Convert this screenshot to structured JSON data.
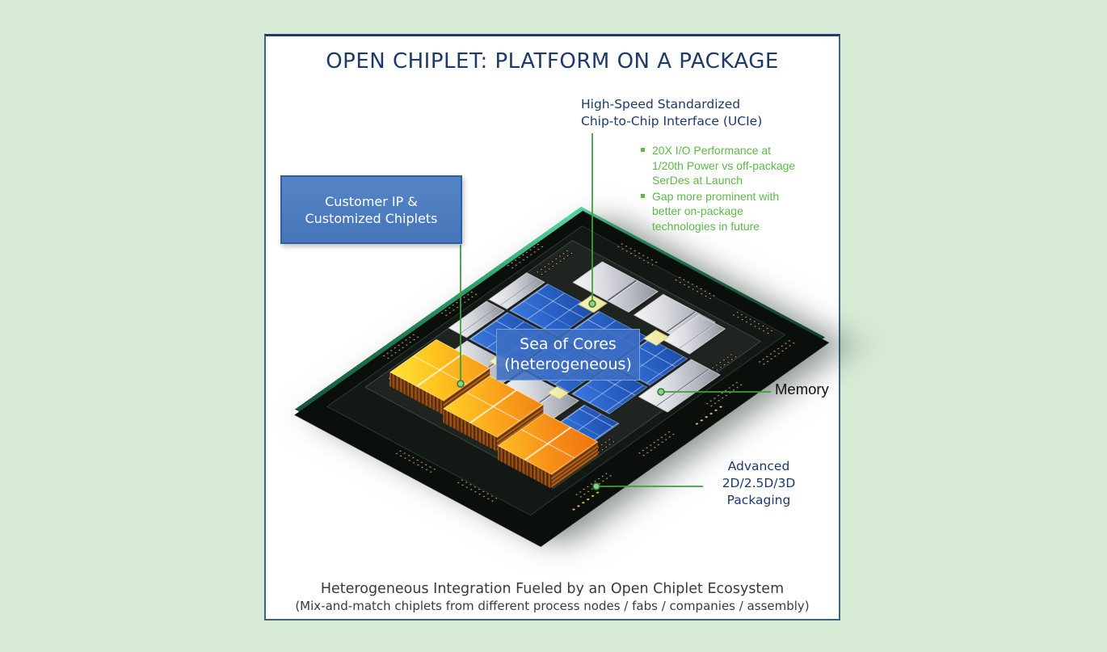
{
  "title": "OPEN CHIPLET: PLATFORM ON A PACKAGE",
  "callouts": {
    "customer_ip": {
      "text": "Customer IP &\nCustomized Chiplets"
    },
    "ucie": {
      "heading": "High-Speed Standardized\nChip-to-Chip Interface (UCIe)",
      "bullets": [
        "20X I/O Performance at\n1/20th Power vs off-package\nSerDes at Launch",
        "Gap more prominent with\nbetter on-package\ntechnologies in future"
      ]
    },
    "sea_of_cores": {
      "text": "Sea of Cores\n(heterogeneous)"
    },
    "memory": {
      "text": "Memory"
    },
    "packaging": {
      "text": "Advanced\n2D/2.5D/3D\nPackaging"
    }
  },
  "footer": {
    "line1": "Heterogeneous Integration Fueled by an Open Chiplet Ecosystem",
    "line2": "(Mix-and-match chiplets from different process nodes / fabs / companies / assembly)"
  },
  "diagram": {
    "package_description": "isometric chip package render",
    "elements": [
      "substrate-pcb",
      "core-dies-blue",
      "memory-dies-silver",
      "stacked-chiplets-gold",
      "ucie-connector-pads-yellow",
      "bga-pad-arrays"
    ]
  },
  "colors": {
    "page_background": "#d7ebd7",
    "panel_border": "#3c6585",
    "title_navy": "#1d3a6b",
    "green_text": "#5cb947",
    "callout_line_green": "#3f9e3f",
    "customer_box_fill": "#4c7dc0",
    "customer_box_border": "#2f5ea6",
    "sea_overlay_blue": "#3e6ec4",
    "board_green_bright": "#45d49b",
    "board_green_dark": "#0d3c28",
    "core_die_blue": "#2a63c8",
    "memory_die_silver": "#d9dadf",
    "chiplet_gold": "#ffc41f",
    "ucie_pad_yellow": "#f3efa8"
  }
}
